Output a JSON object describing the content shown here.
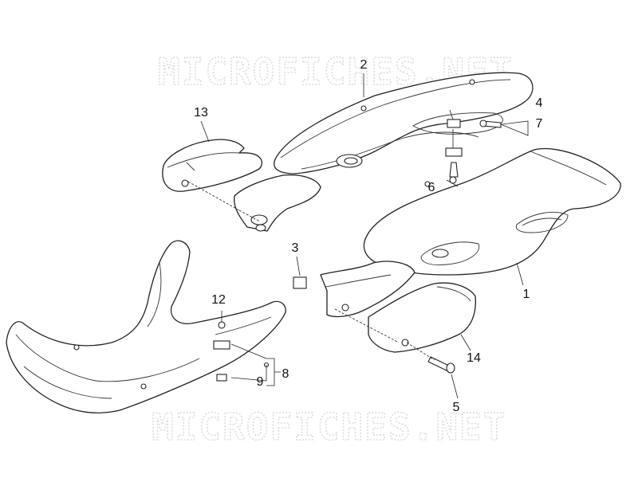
{
  "watermark": {
    "top": "MICROFICHES.NET",
    "bottom": "MICROFICHES.NET"
  },
  "callouts": {
    "c1": "1",
    "c2": "2",
    "c3": "3",
    "c4": "4",
    "c5": "5",
    "c6": "6",
    "c7": "7",
    "c8": "8",
    "c9": "9",
    "c12": "12",
    "c13": "13",
    "c14": "14"
  }
}
